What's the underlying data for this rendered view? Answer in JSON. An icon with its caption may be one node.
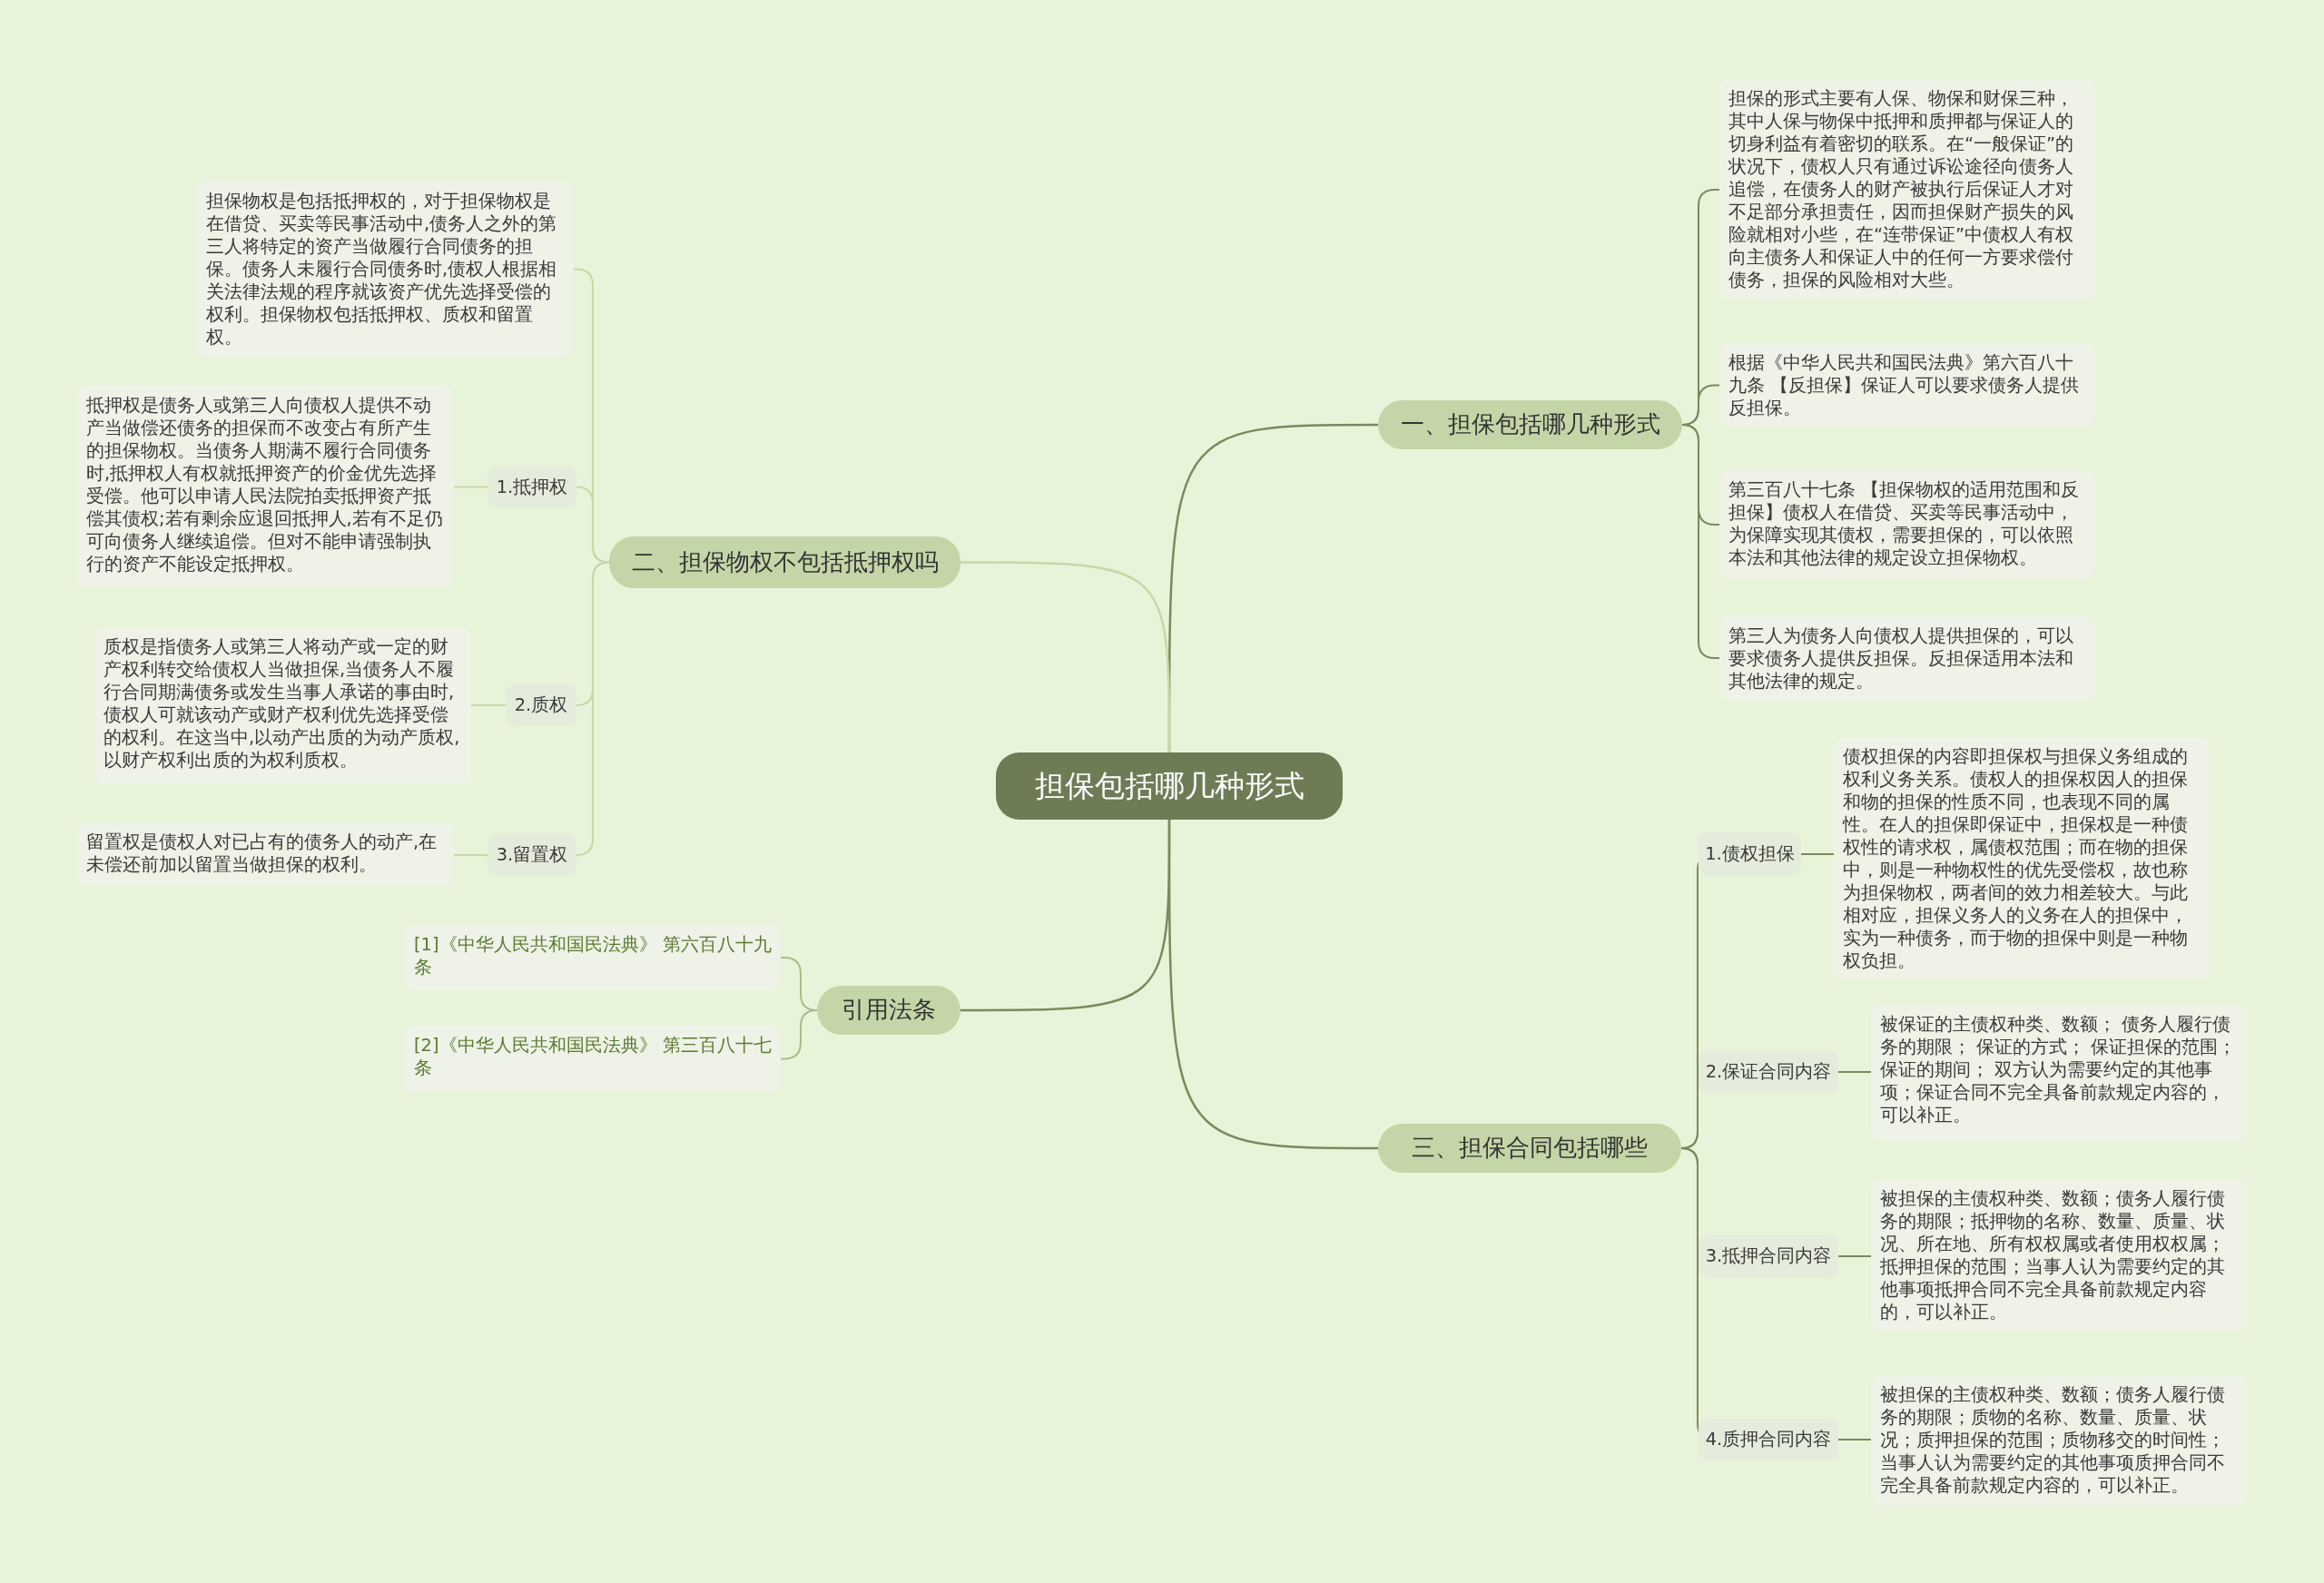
{
  "diagram": {
    "nodes": [
      {
        "text": [
          "担保包括哪几种形式"
        ]
      },
      {
        "text": [
          "一、担保包括哪几种形式"
        ]
      },
      {
        "text": [
          "担保的形式主要有人保、物保和财保三种，其中人保与物保中抵押和质押都与保证人的切身利益有着密切的联系。在“一般保证”的状况下，债权人只有通过诉讼途径向债务人追偿，在债务人的财产被执行后保证人才对不足部分承担责任，因而担保财产损失的风险就相对小些，在“连带保证”中债权人有权向主债务人和保证人中的任何一方要求偿付债务，担保的风险相对大些。"
        ]
      },
      {
        "text": [
          "根据《中华人民共和国民法典》第六百八十九条 【反担保】保证人可以要求债务人提供反担保。"
        ]
      },
      {
        "text": [
          "第三百八十七条 【担保物权的适用范围和反担保】债权人在借贷、买卖等民事活动中，为保障实现其债权，需要担保的，可以依照本法和其他法律的规定设立担保物权。"
        ]
      },
      {
        "text": [
          "第三人为债务人向债权人提供担保的，可以要求债务人提供反担保。反担保适用本法和其他法律的规定。"
        ]
      },
      {
        "text": [
          "三、担保合同包括哪些"
        ]
      },
      {
        "text": [
          "1.债权担保"
        ]
      },
      {
        "text": [
          "债权担保的内容即担保权与担保义务组成的权利义务关系。债权人的担保权因人的担保和物的担保的性质不同，也表现不同的属性。在人的担保即保证中，担保权是一种债权性的请求权，属债权范围；而在物的担保中，则是一种物权性的优先受偿权，故也称为担保物权，两者间的效力相差较大。与此相对应，担保义务人的义务在人的担保中，实为一种债务，而于物的担保中则是一种物权负担。"
        ]
      },
      {
        "text": [
          "2.保证合同内容"
        ]
      },
      {
        "text": [
          "被保证的主债权种类、数额； 债务人履行债务的期限； 保证的方式； 保证担保的范围；保证的期间； 双方认为需要约定的其他事项；保证合同不完全具备前款规定内容的，可以补正。"
        ]
      },
      {
        "text": [
          "3.抵押合同内容"
        ]
      },
      {
        "text": [
          "被担保的主债权种类、数额；债务人履行债务的期限；抵押物的名称、数量、质量、状况、所在地、所有权权属或者使用权权属；抵押担保的范围；当事人认为需要约定的其他事项抵押合同不完全具备前款规定内容的，可以补正。"
        ]
      },
      {
        "text": [
          "4.质押合同内容"
        ]
      },
      {
        "text": [
          "被担保的主债权种类、数额；债务人履行债务的期限；质物的名称、数量、质量、状况；质押担保的范围；质物移交的时间性；当事人认为需要约定的其他事项质押合同不完全具备前款规定内容的，可以补正。"
        ]
      },
      {
        "text": [
          "二、担保物权不包括抵押权吗"
        ]
      },
      {
        "text": [
          "担保物权是包括抵押权的，对于担保物权是在借贷、买卖等民事活动中,债务人之外的第三人将特定的资产当做履行合同债务的担保。债务人未履行合同债务时,债权人根据相关法律法规的程序就该资产优先选择受偿的权利。担保物权包括抵押权、质权和留置权。"
        ]
      },
      {
        "text": [
          "1.抵押权"
        ]
      },
      {
        "text": [
          "抵押权是债务人或第三人向债权人提供不动产当做偿还债务的担保而不改变占有所产生的担保物权。当债务人期满不履行合同债务时,抵押权人有权就抵押资产的价金优先选择受偿。他可以申请人民法院拍卖抵押资产抵偿其债权;若有剩余应退回抵押人,若有不足仍可向债务人继续追偿。但对不能申请强制执行的资产不能设定抵押权。"
        ]
      },
      {
        "text": [
          "2.质权"
        ]
      },
      {
        "text": [
          "质权是指债务人或第三人将动产或一定的财产权利转交给债权人当做担保,当债务人不履行合同期满债务或发生当事人承诺的事由时,债权人可就该动产或财产权利优先选择受偿的权利。在这当中,以动产出质的为动产质权,以财产权利出质的为权利质权。"
        ]
      },
      {
        "text": [
          "3.留置权"
        ]
      },
      {
        "text": [
          "留置权是债权人对已占有的债务人的动产,在未偿还前加以留置当做担保的权利。"
        ]
      },
      {
        "text": [
          "引用法条"
        ]
      },
      {
        "text": [
          "[1]《中华人民共和国民法典》 第六百八十九条"
        ]
      },
      {
        "text": [
          "[2]《中华人民共和国民法典》 第三百八十七条"
        ]
      }
    ],
    "edges": [
      {
        "from": 0,
        "to": 1,
        "arrow": "none"
      },
      {
        "from": 1,
        "to": 2,
        "arrow": "none"
      },
      {
        "from": 1,
        "to": 3,
        "arrow": "none"
      },
      {
        "from": 1,
        "to": 4,
        "arrow": "none"
      },
      {
        "from": 1,
        "to": 5,
        "arrow": "none"
      },
      {
        "from": 0,
        "to": 6,
        "arrow": "none"
      },
      {
        "from": 6,
        "to": 7,
        "arrow": "none"
      },
      {
        "from": 7,
        "to": 8,
        "arrow": "none"
      },
      {
        "from": 6,
        "to": 9,
        "arrow": "none"
      },
      {
        "from": 9,
        "to": 10,
        "arrow": "none"
      },
      {
        "from": 6,
        "to": 11,
        "arrow": "none"
      },
      {
        "from": 11,
        "to": 12,
        "arrow": "none"
      },
      {
        "from": 6,
        "to": 13,
        "arrow": "none"
      },
      {
        "from": 13,
        "to": 14,
        "arrow": "none"
      },
      {
        "from": 0,
        "to": 15,
        "arrow": "none",
        "color": "#c5d9a8"
      },
      {
        "from": 15,
        "to": 16,
        "arrow": "none",
        "color": "#c5d9a8"
      },
      {
        "from": 15,
        "to": 17,
        "arrow": "none",
        "color": "#c5d9a8"
      },
      {
        "from": 17,
        "to": 18,
        "arrow": "none",
        "color": "#c5d9a8"
      },
      {
        "from": 15,
        "to": 19,
        "arrow": "none",
        "color": "#c5d9a8"
      },
      {
        "from": 19,
        "to": 20,
        "arrow": "none",
        "color": "#c5d9a8"
      },
      {
        "from": 15,
        "to": 21,
        "arrow": "none",
        "color": "#c5d9a8"
      },
      {
        "from": 21,
        "to": 22,
        "arrow": "none",
        "color": "#c5d9a8"
      },
      {
        "from": 0,
        "to": 23,
        "arrow": "none"
      },
      {
        "from": 23,
        "to": 24,
        "arrow": "none",
        "color": "#a9bd8c"
      },
      {
        "from": 23,
        "to": 25,
        "arrow": "none",
        "color": "#a9bd8c"
      }
    ]
  }
}
